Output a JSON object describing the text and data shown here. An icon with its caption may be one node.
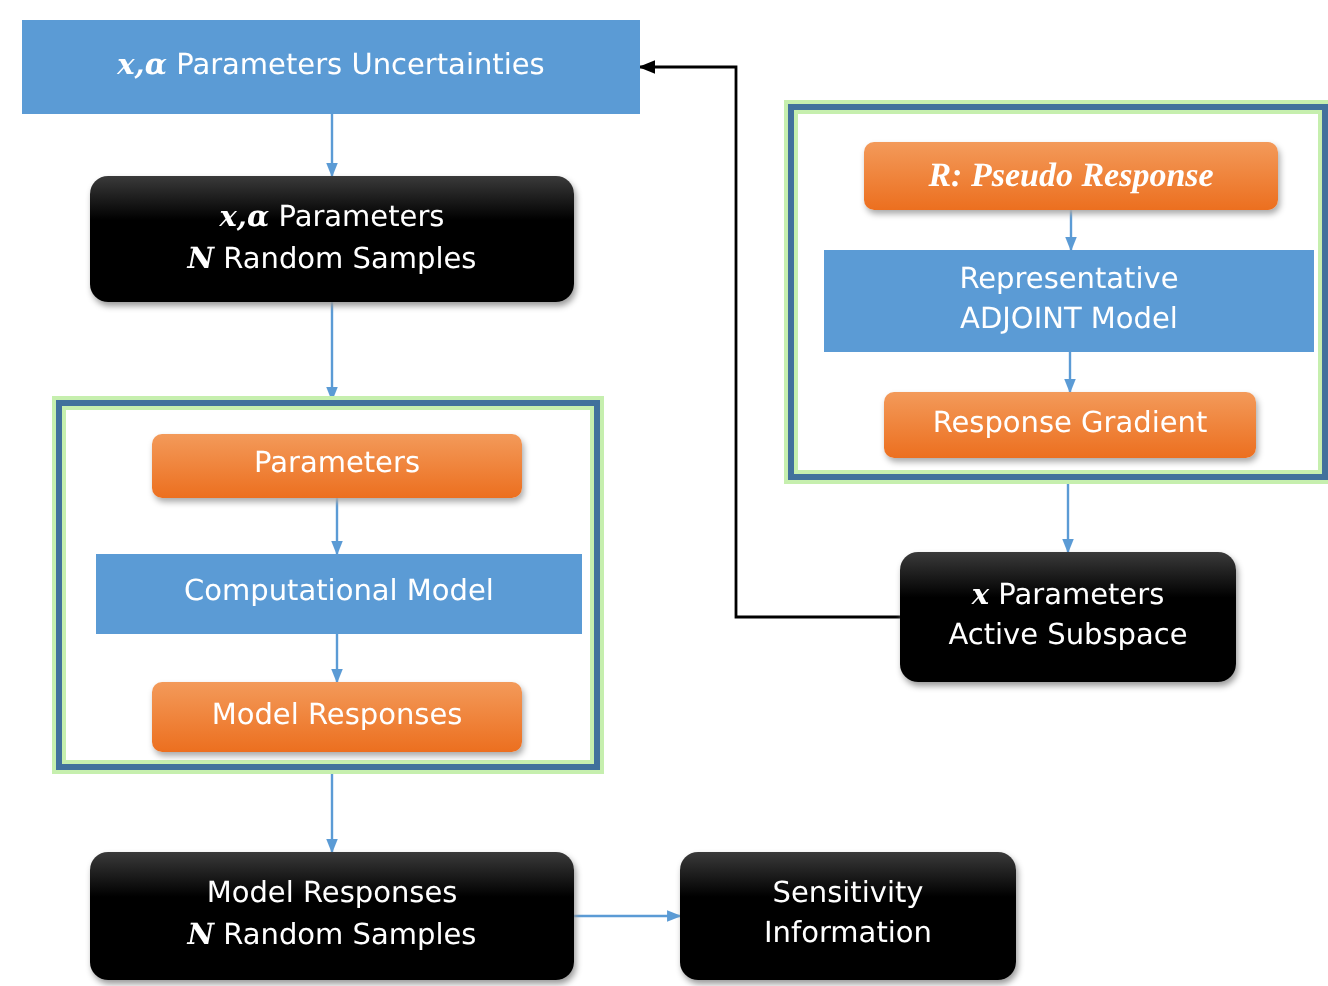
{
  "diagram": {
    "nodes": [
      {
        "text": [
          "*x,α* Parameters Uncertainties"
        ]
      },
      {
        "text": [
          "*x,α* Parameters",
          "*N* Random Samples"
        ]
      },
      {
        "text": [],
        "shape": "box"
      },
      {
        "text": [
          "Parameters"
        ],
        "in": 2
      },
      {
        "text": [
          "Computational Model"
        ],
        "in": 2
      },
      {
        "text": [
          "Model Responses"
        ],
        "in": 2
      },
      {
        "text": [
          "Model Responses",
          "*N* Random Samples"
        ]
      },
      {
        "text": [
          "Sensitivity Information"
        ]
      },
      {
        "text": [],
        "shape": "box"
      },
      {
        "text": [
          "R: Pseudo Response"
        ],
        "in": 8
      },
      {
        "text": [
          "Representative ADJOINT Model"
        ],
        "in": 8
      },
      {
        "text": [
          "Response Gradient"
        ],
        "in": 8
      },
      {
        "text": [
          "*x* Parameters",
          "Active Subspace"
        ]
      }
    ],
    "edges": [
      {
        "from": 0,
        "to": 1,
        "arrow": "to"
      },
      {
        "from": 1,
        "to": 2,
        "arrow": "to"
      },
      {
        "from": 3,
        "to": 4,
        "arrow": "to"
      },
      {
        "from": 4,
        "to": 5,
        "arrow": "to"
      },
      {
        "from": 2,
        "to": 6,
        "arrow": "to"
      },
      {
        "from": 6,
        "to": 7,
        "arrow": "to"
      },
      {
        "from": 9,
        "to": 10,
        "arrow": "to"
      },
      {
        "from": 10,
        "to": 11,
        "arrow": "to"
      },
      {
        "from": 8,
        "to": 12,
        "arrow": "to"
      },
      {
        "from": 12,
        "to": 0,
        "arrow": "to",
        "color": "#000000"
      }
    ]
  }
}
